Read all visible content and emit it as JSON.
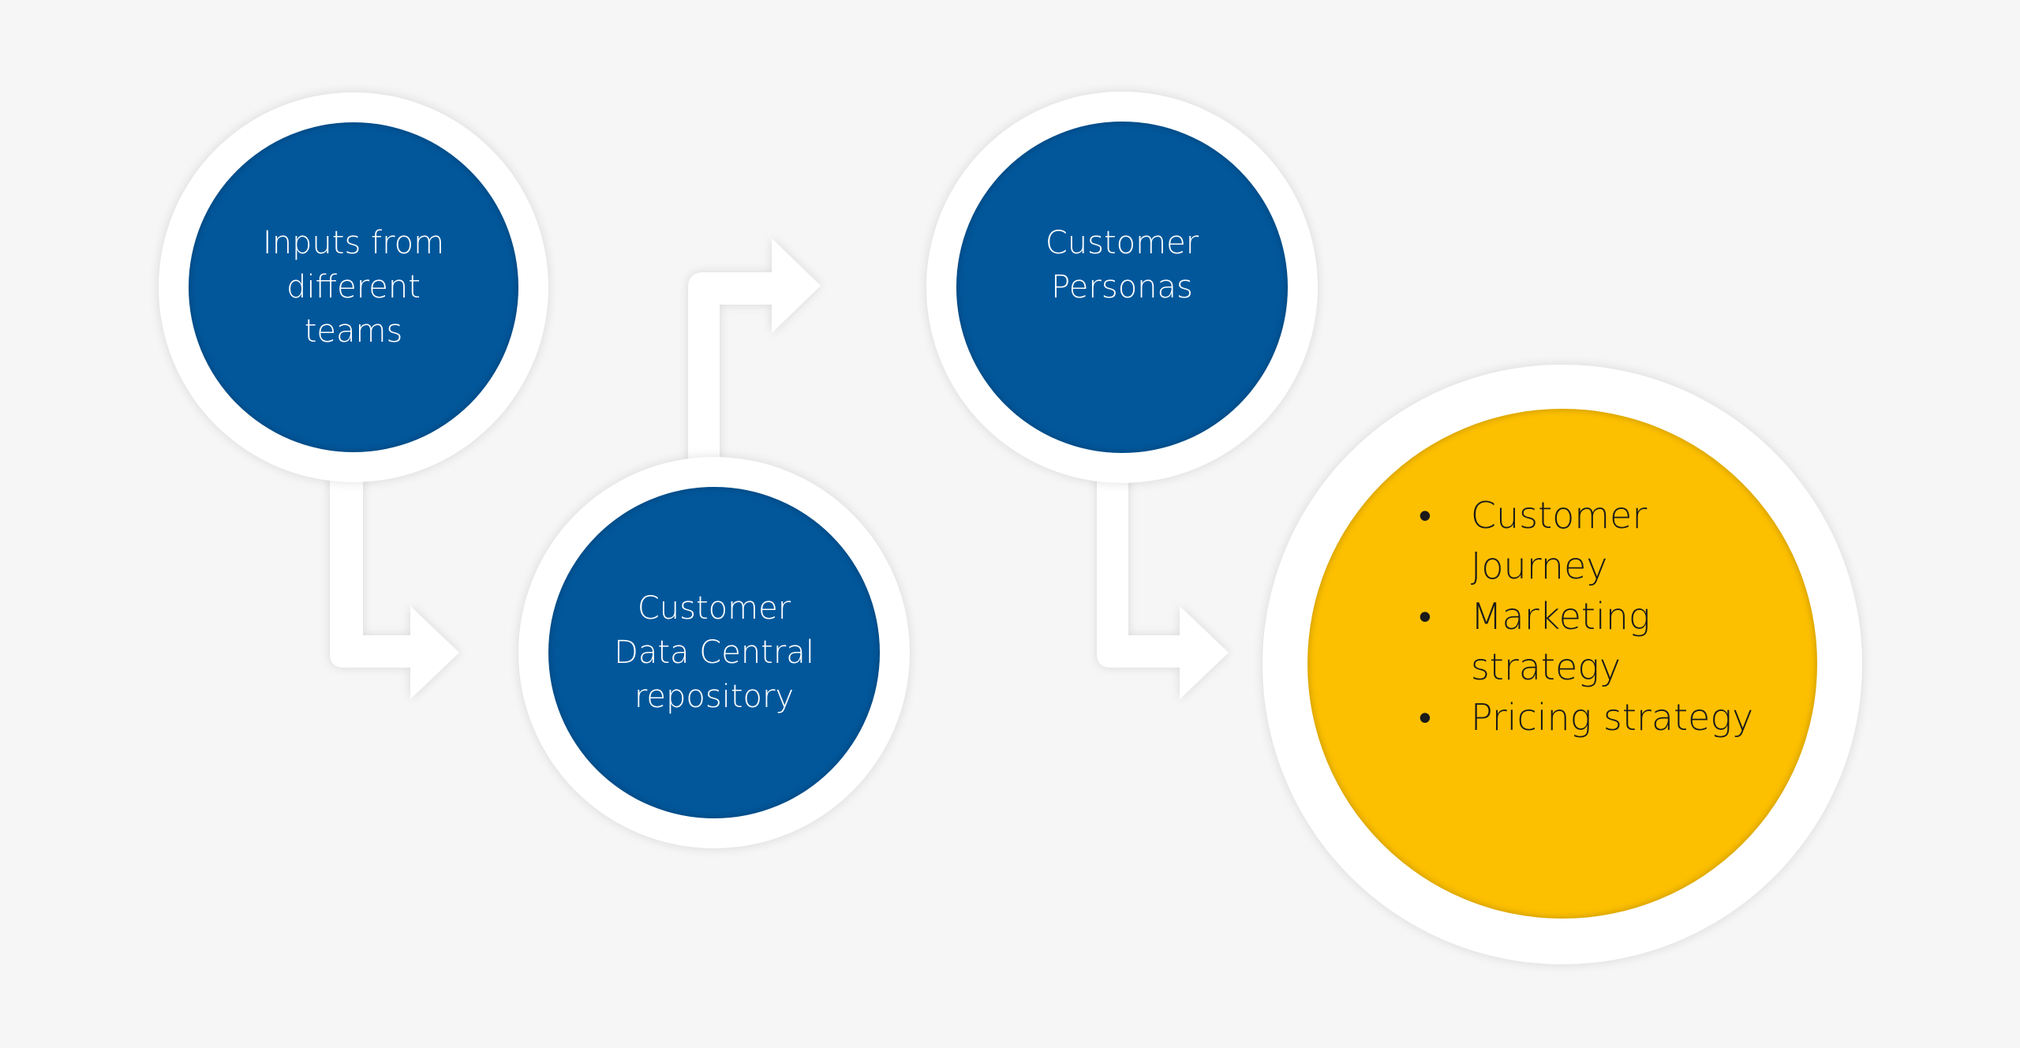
{
  "diagram": {
    "nodes": [
      {
        "id": "inputs",
        "label": "Inputs from\ndifferent\nteams"
      },
      {
        "id": "repository",
        "label": "Customer\nData Central\nrepository"
      },
      {
        "id": "personas",
        "label": "Customer\nPersonas"
      },
      {
        "id": "outcomes",
        "bullets": [
          "Customer\nJourney",
          "Marketing\nstrategy",
          "Pricing strategy"
        ]
      }
    ],
    "colors": {
      "background": "#f6f6f6",
      "ring": "#ffffff",
      "blue_disc": "#02579b",
      "gold_disc": "#fdc000",
      "arrow": "#ffffff"
    }
  }
}
